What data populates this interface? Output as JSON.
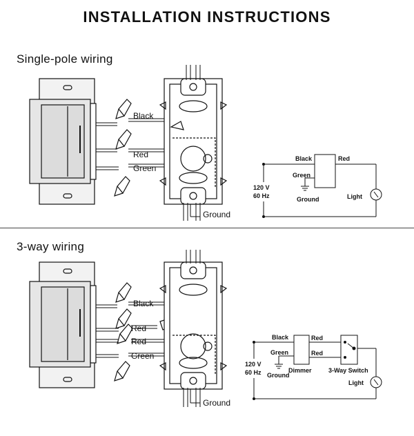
{
  "page": {
    "title": "INSTALLATION INSTRUCTIONS"
  },
  "sections": [
    {
      "title": "Single-pole wiring",
      "wires": {
        "black": "Black",
        "red": "Red",
        "green": "Green",
        "ground": "Ground"
      },
      "schematic": {
        "voltage": "120 V",
        "frequency": "60 Hz",
        "black": "Black",
        "red": "Red",
        "green": "Green",
        "ground": "Ground",
        "light": "Light"
      }
    },
    {
      "title": "3-way wiring",
      "wires": {
        "black": "Black",
        "red1": "Red",
        "red2": "Red",
        "green": "Green",
        "ground": "Ground"
      },
      "schematic": {
        "voltage": "120 V",
        "frequency": "60 Hz",
        "black": "Black",
        "red1": "Red",
        "red2": "Red",
        "green": "Green",
        "ground": "Ground",
        "dimmer": "Dimmer",
        "switch": "3-Way Switch",
        "light": "Light"
      }
    }
  ],
  "colors": {
    "line": "#111111",
    "plate": "#f2f2f2",
    "body": "#dddddd",
    "background": "#ffffff"
  }
}
